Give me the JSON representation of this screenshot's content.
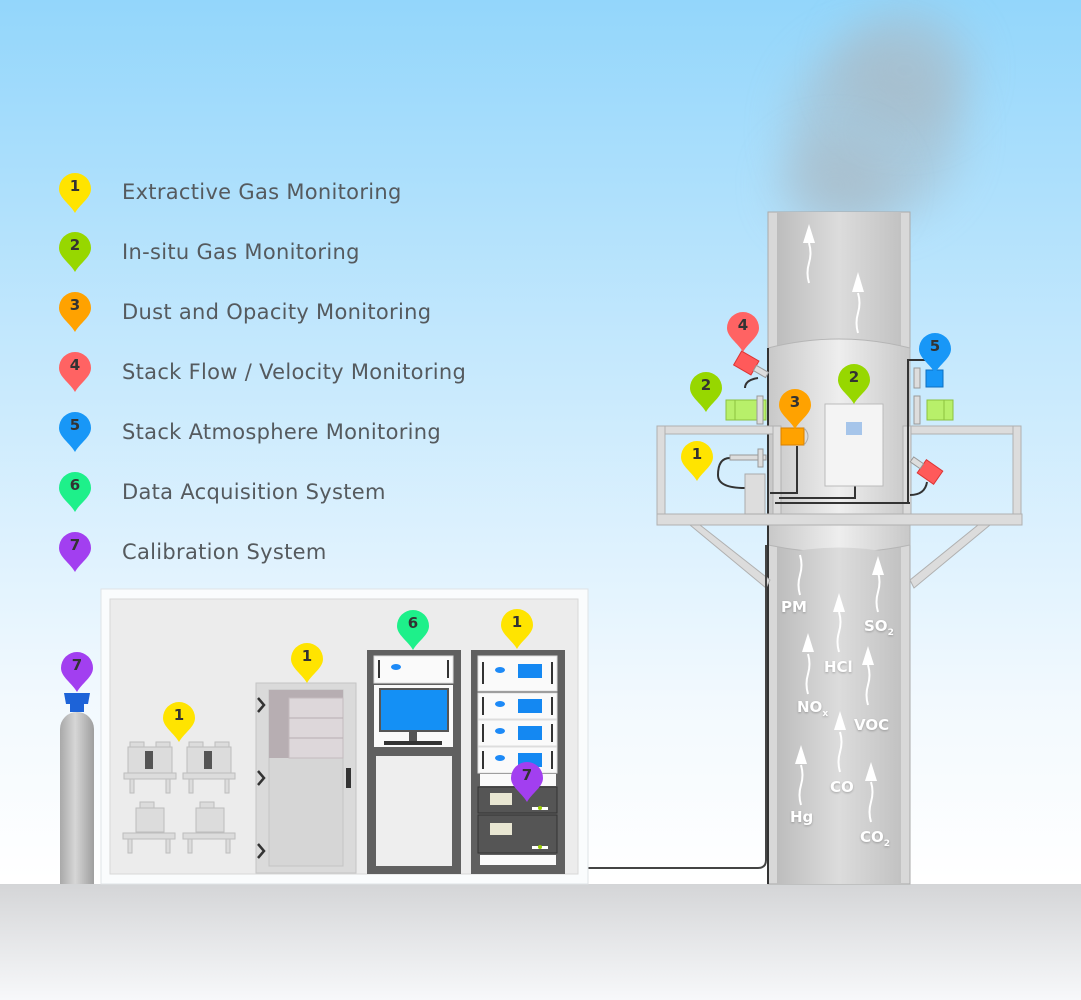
{
  "legend": [
    {
      "number": "1",
      "label": "Extractive Gas Monitoring",
      "color": "#ffe400"
    },
    {
      "number": "2",
      "label": "In-situ Gas Monitoring",
      "color": "#97d700"
    },
    {
      "number": "3",
      "label": "Dust and Opacity Monitoring",
      "color": "#ffa200"
    },
    {
      "number": "4",
      "label": "Stack Flow / Velocity Monitoring",
      "color": "#ff6363"
    },
    {
      "number": "5",
      "label": "Stack Atmosphere Monitoring",
      "color": "#1897f7"
    },
    {
      "number": "6",
      "label": "Data Acquisition System",
      "color": "#1ef08a"
    },
    {
      "number": "7",
      "label": "Calibration System",
      "color": "#a23ff0"
    }
  ],
  "pins": {
    "shelter_pumps": "1",
    "shelter_cabinet": "1",
    "shelter_das_rack": "6",
    "shelter_analyzer_rack": "1",
    "shelter_calibrator": "7",
    "gas_cylinder": "7",
    "stack_flow": "4",
    "stack_insitu_left": "2",
    "stack_dust": "3",
    "stack_insitu_center": "2",
    "stack_atmosphere": "5",
    "stack_extractive": "1"
  },
  "gases": {
    "pm": "PM",
    "so2": "SO",
    "so2_sub": "2",
    "hcl": "HCl",
    "nox": "NO",
    "nox_sub": "x",
    "voc": "VOC",
    "co": "CO",
    "hg": "Hg",
    "co2": "CO",
    "co2_sub": "2"
  }
}
